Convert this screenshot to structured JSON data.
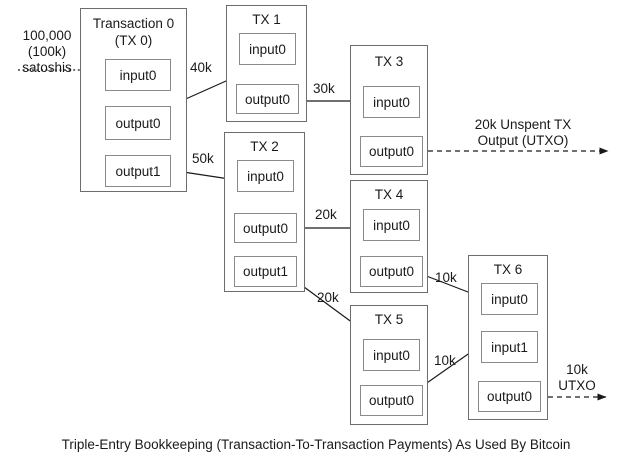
{
  "diagram": {
    "caption": "Triple-Entry Bookkeeping (Transaction-To-Transaction Payments) As Used By Bitcoin",
    "source_label": "100,000\n(100k)\nsatoshis",
    "colors": {
      "background": "#ffffff",
      "tx_border": "#6d6d6d",
      "io_border": "#8a8a8a",
      "text": "#1a1a1a",
      "arrow": "#1a1a1a"
    },
    "transactions": [
      {
        "id": "tx0",
        "title": "Transaction 0\n(TX 0)",
        "inputs": [
          "input0"
        ],
        "outputs": [
          "output0",
          "output1"
        ]
      },
      {
        "id": "tx1",
        "title": "TX 1",
        "inputs": [
          "input0"
        ],
        "outputs": [
          "output0"
        ]
      },
      {
        "id": "tx2",
        "title": "TX 2",
        "inputs": [
          "input0"
        ],
        "outputs": [
          "output0",
          "output1"
        ]
      },
      {
        "id": "tx3",
        "title": "TX 3",
        "inputs": [
          "input0"
        ],
        "outputs": [
          "output0"
        ]
      },
      {
        "id": "tx4",
        "title": "TX 4",
        "inputs": [
          "input0"
        ],
        "outputs": [
          "output0"
        ]
      },
      {
        "id": "tx5",
        "title": "TX 5",
        "inputs": [
          "input0"
        ],
        "outputs": [
          "output0"
        ]
      },
      {
        "id": "tx6",
        "title": "TX 6",
        "inputs": [
          "input0",
          "input1"
        ],
        "outputs": [
          "output0"
        ]
      }
    ],
    "flow_labels": {
      "tx0_out0_to_tx1": "40k",
      "tx0_out1_to_tx2": "50k",
      "tx1_out0_to_tx3": "30k",
      "tx2_out0_to_tx4": "20k",
      "tx2_out1_to_tx5": "20k",
      "tx4_out0_to_tx6": "10k",
      "tx5_out0_to_tx6": "10k"
    },
    "utxo_labels": {
      "tx3_utxo": "20k Unspent TX\nOutput (UTXO)",
      "tx6_utxo": "10k\nUTXO"
    }
  }
}
